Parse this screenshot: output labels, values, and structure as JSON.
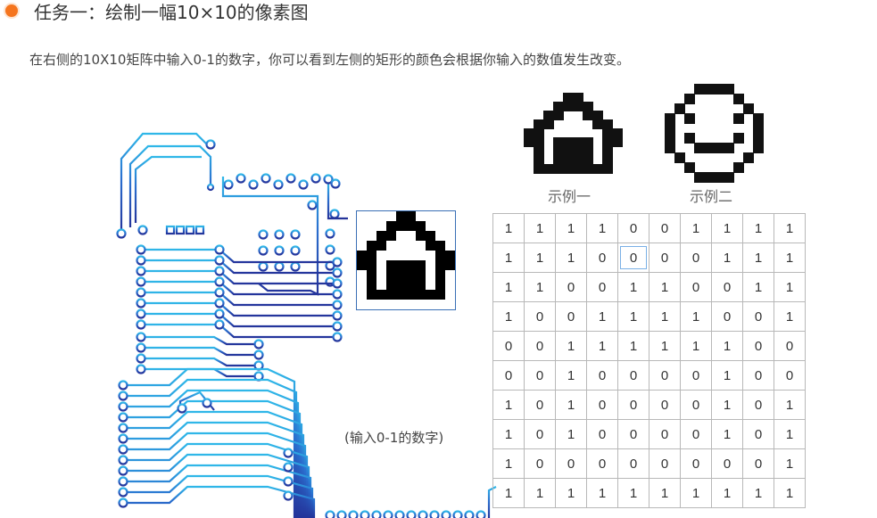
{
  "header": {
    "title": "任务一：绘制一幅10×10的像素图",
    "accent_color": "#f5751e"
  },
  "instruction": "在右侧的10X10矩阵中输入0-1的数字，你可以看到左侧的矩形的颜色会根据你输入的数值发生改变。",
  "hint": "(输入0-1的数字)",
  "examples": [
    {
      "label": "示例一",
      "grid": [
        "1111001111",
        "1110000111",
        "1100110011",
        "1001111001",
        "0011111100",
        "0010000100",
        "1010000101",
        "1010000101",
        "1000000001",
        "1111111111"
      ]
    },
    {
      "label": "示例二",
      "grid": [
        "1110000111",
        "1101111011",
        "1011111101",
        "0101111010",
        "0111111110",
        "0101111010",
        "0110000110",
        "1011111101",
        "1101111011",
        "1110000111"
      ]
    }
  ],
  "matrix": {
    "focused_cell": [
      1,
      4
    ],
    "rows": [
      [
        "1",
        "1",
        "1",
        "1",
        "0",
        "0",
        "1",
        "1",
        "1",
        "1"
      ],
      [
        "1",
        "1",
        "1",
        "0",
        "0",
        "0",
        "0",
        "1",
        "1",
        "1"
      ],
      [
        "1",
        "1",
        "0",
        "0",
        "1",
        "1",
        "0",
        "0",
        "1",
        "1"
      ],
      [
        "1",
        "0",
        "0",
        "1",
        "1",
        "1",
        "1",
        "0",
        "0",
        "1"
      ],
      [
        "0",
        "0",
        "1",
        "1",
        "1",
        "1",
        "1",
        "1",
        "0",
        "0"
      ],
      [
        "0",
        "0",
        "1",
        "0",
        "0",
        "0",
        "0",
        "1",
        "0",
        "0"
      ],
      [
        "1",
        "0",
        "1",
        "0",
        "0",
        "0",
        "0",
        "1",
        "0",
        "1"
      ],
      [
        "1",
        "0",
        "1",
        "0",
        "0",
        "0",
        "0",
        "1",
        "0",
        "1"
      ],
      [
        "1",
        "0",
        "0",
        "0",
        "0",
        "0",
        "0",
        "0",
        "0",
        "1"
      ],
      [
        "1",
        "1",
        "1",
        "1",
        "1",
        "1",
        "1",
        "1",
        "1",
        "1"
      ]
    ]
  },
  "colors": {
    "pixel_on": "#ffffff",
    "pixel_off": "#000000",
    "circuit_light": "#2fb7e8",
    "circuit_dark": "#24339a",
    "preview_border": "#3a6fb5"
  }
}
